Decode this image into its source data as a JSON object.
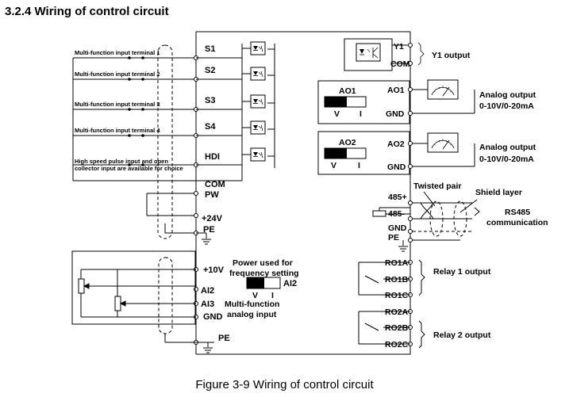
{
  "heading": "3.2.4 Wiring of control circuit",
  "caption": "Figure 3-9 Wiring of control circuit",
  "inputs": {
    "input1_label": "Multi-function input terminal 1",
    "input2_label": "Multi-function input terminal 2",
    "input3_label": "Multi-function input terminal 3",
    "input4_label": "Multi-function input terminal 4",
    "hdi_note_line1": "High speed pulse input and open",
    "hdi_note_line2": "collector input are available for choice"
  },
  "terminals": {
    "s1": "S1",
    "s2": "S2",
    "s3": "S3",
    "s4": "S4",
    "hdi": "HDI",
    "com": "COM",
    "pw": "PW",
    "p24v": "+24V",
    "pe_top": "PE",
    "p10v": "+10V",
    "ai2": "AI2",
    "ai3": "AI3",
    "gnd_analog": "GND",
    "pe_bottom": "PE"
  },
  "analog_setting": {
    "power_line1": "Power used for",
    "power_line2": "frequency setting",
    "switch_name": "AI2",
    "switch_v": "V",
    "switch_i": "I",
    "multi_line1": "Multi-function",
    "multi_line2": "analog input"
  },
  "outputs": {
    "y1": "Y1",
    "y1_com": "COM",
    "y1_output_label": "Y1 output",
    "ao1_switch": "AO1",
    "ao1_v": "V",
    "ao1_i": "I",
    "ao1_terminal": "AO1",
    "ao1_gnd": "GND",
    "ao1_label_line1": "Analog output",
    "ao1_label_line2": "0-10V/0-20mA",
    "ao2_switch": "AO2",
    "ao2_v": "V",
    "ao2_i": "I",
    "ao2_terminal": "AO2",
    "ao2_gnd": "GND",
    "ao2_label_line1": "Analog output",
    "ao2_label_line2": "0-10V/0-20mA"
  },
  "rs485": {
    "plus": "485+",
    "minus": "485-",
    "gnd": "GND",
    "pe": "PE",
    "twisted_pair": "Twisted pair",
    "shield_layer": "Shield layer",
    "comm_line1": "RS485",
    "comm_line2": "communication"
  },
  "relays": {
    "ro1a": "RO1A",
    "ro1b": "RO1B",
    "ro1c": "RO1C",
    "relay1_label": "Relay 1 output",
    "ro2a": "RO2A",
    "ro2b": "RO2B",
    "ro2c": "RO2C",
    "relay2_label": "Relay 2 output"
  }
}
